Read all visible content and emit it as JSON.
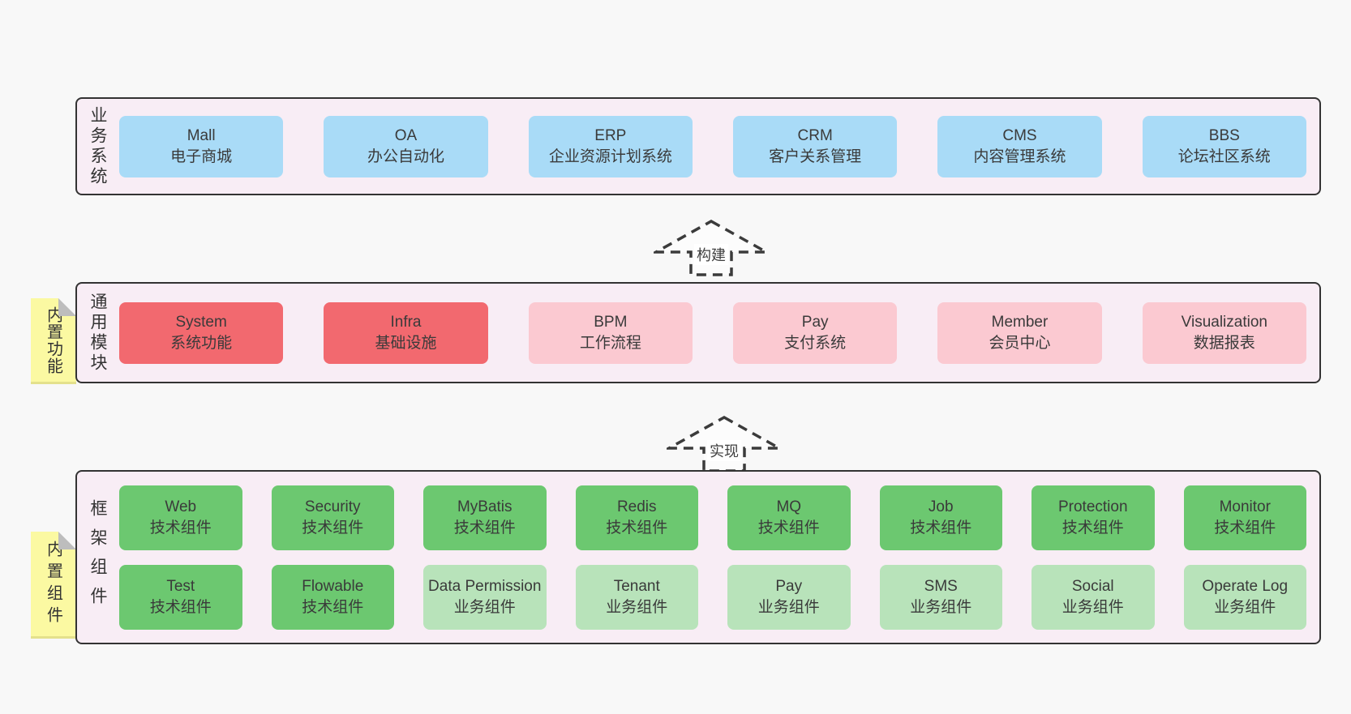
{
  "colors": {
    "page-bg": "#f8f8f8",
    "band-bg": "#f8edf5",
    "band-border": "#333333",
    "blue": "#a9dbf7",
    "red": "#f2696f",
    "pink": "#fbc9d1",
    "green": "#6cc870",
    "green-light": "#b8e3ba",
    "yellow": "#fbf9a2",
    "text": "#3a3a3a"
  },
  "bands": {
    "business": {
      "label": "业务系统",
      "boxes": [
        {
          "name": "Mall",
          "desc": "电子商城"
        },
        {
          "name": "OA",
          "desc": "办公自动化"
        },
        {
          "name": "ERP",
          "desc": "企业资源计划系统"
        },
        {
          "name": "CRM",
          "desc": "客户关系管理"
        },
        {
          "name": "CMS",
          "desc": "内容管理系统"
        },
        {
          "name": "BBS",
          "desc": "论坛社区系统"
        }
      ]
    },
    "modules": {
      "label": "通用模块",
      "sticky": "内置功能",
      "boxes": [
        {
          "name": "System",
          "desc": "系统功能"
        },
        {
          "name": "Infra",
          "desc": "基础设施"
        },
        {
          "name": "BPM",
          "desc": "工作流程"
        },
        {
          "name": "Pay",
          "desc": "支付系统"
        },
        {
          "name": "Member",
          "desc": "会员中心"
        },
        {
          "name": "Visualization",
          "desc": "数据报表"
        }
      ]
    },
    "components": {
      "label": "框架组件",
      "sticky": "内置组件",
      "row1": [
        {
          "name": "Web",
          "desc": "技术组件"
        },
        {
          "name": "Security",
          "desc": "技术组件"
        },
        {
          "name": "MyBatis",
          "desc": "技术组件"
        },
        {
          "name": "Redis",
          "desc": "技术组件"
        },
        {
          "name": "MQ",
          "desc": "技术组件"
        },
        {
          "name": "Job",
          "desc": "技术组件"
        },
        {
          "name": "Protection",
          "desc": "技术组件"
        },
        {
          "name": "Monitor",
          "desc": "技术组件"
        }
      ],
      "row2": [
        {
          "name": "Test",
          "desc": "技术组件"
        },
        {
          "name": "Flowable",
          "desc": "技术组件"
        },
        {
          "name": "Data Permission",
          "desc": "业务组件"
        },
        {
          "name": "Tenant",
          "desc": "业务组件"
        },
        {
          "name": "Pay",
          "desc": "业务组件"
        },
        {
          "name": "SMS",
          "desc": "业务组件"
        },
        {
          "name": "Social",
          "desc": "业务组件"
        },
        {
          "name": "Operate Log",
          "desc": "业务组件"
        }
      ]
    }
  },
  "arrows": {
    "build": "构建",
    "implement": "实现"
  }
}
